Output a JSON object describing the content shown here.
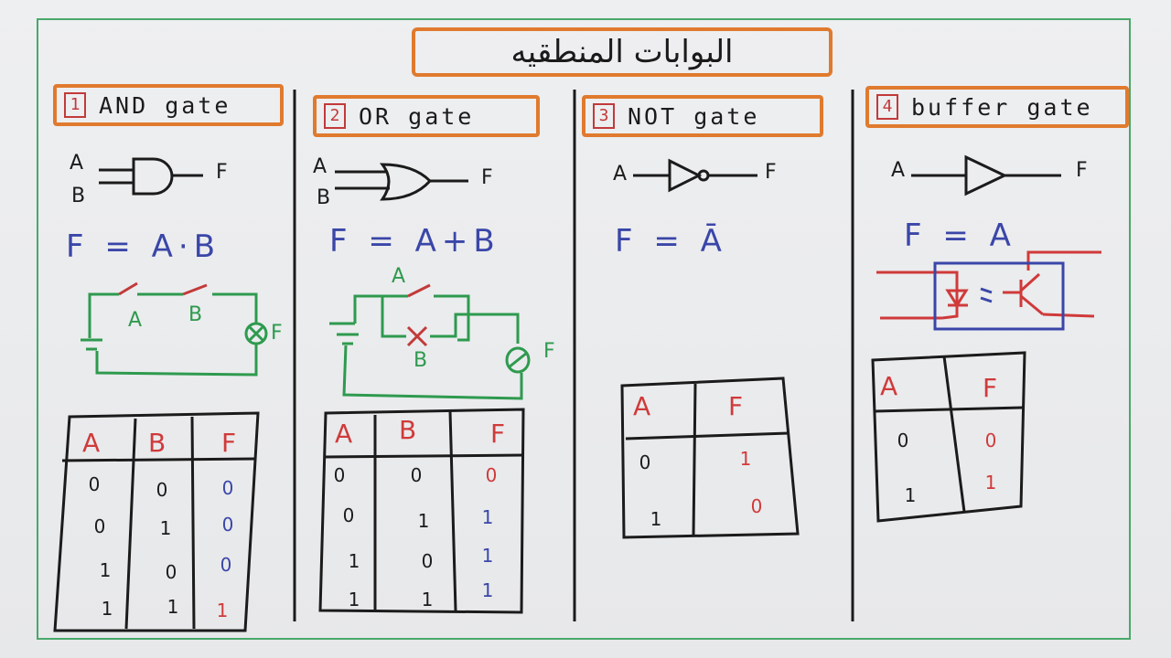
{
  "title": "البوابات المنطقيه",
  "gates": [
    {
      "number": "1",
      "name": "AND gate",
      "inputs": [
        "A",
        "B"
      ],
      "output": "F",
      "equation": "F = A·B",
      "switches": [
        "A",
        "B"
      ],
      "lamp": "F",
      "table": {
        "headers": [
          "A",
          "B",
          "F"
        ],
        "rows": [
          [
            "0",
            "0",
            "0"
          ],
          [
            "0",
            "1",
            "0"
          ],
          [
            "1",
            "0",
            "0"
          ],
          [
            "1",
            "1",
            "1"
          ]
        ]
      }
    },
    {
      "number": "2",
      "name": "OR gate",
      "inputs": [
        "A",
        "B"
      ],
      "output": "F",
      "equation": "F = A+B",
      "switches": [
        "A",
        "B"
      ],
      "lamp": "F",
      "table": {
        "headers": [
          "A",
          "B",
          "F"
        ],
        "rows": [
          [
            "0",
            "0",
            "0"
          ],
          [
            "0",
            "1",
            "1"
          ],
          [
            "1",
            "0",
            "1"
          ],
          [
            "1",
            "1",
            "1"
          ]
        ]
      }
    },
    {
      "number": "3",
      "name": "NOT gate",
      "inputs": [
        "A"
      ],
      "output": "F",
      "equation": "F = Ā",
      "table": {
        "headers": [
          "A",
          "F"
        ],
        "rows": [
          [
            "0",
            "1"
          ],
          [
            "1",
            "0"
          ]
        ]
      }
    },
    {
      "number": "4",
      "name": "buffer gate",
      "inputs": [
        "A"
      ],
      "output": "F",
      "equation": "F = A",
      "table": {
        "headers": [
          "A",
          "F"
        ],
        "rows": [
          [
            "0",
            "0"
          ],
          [
            "1",
            "1"
          ]
        ]
      }
    }
  ],
  "colors": {
    "header_border": "#e07a2e",
    "equation": "#3a46a8",
    "circuit": "#2e9a4e",
    "table_header": "#d03a3a",
    "frame": "#49a86a",
    "optocoupler_box": "#3a46a8",
    "optocoupler_lines": "#d03a3a"
  }
}
